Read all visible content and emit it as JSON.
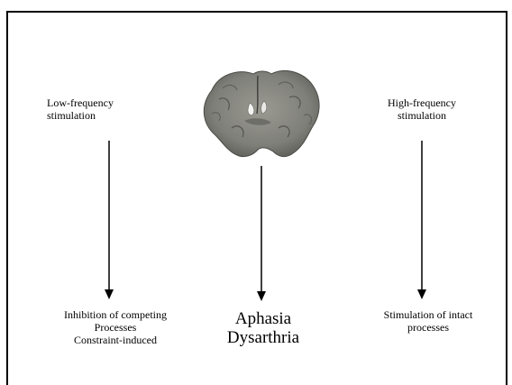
{
  "left": {
    "top_lines": [
      "Low-frequency",
      "stimulation"
    ],
    "bottom_lines": [
      "Inhibition of competing",
      "Processes",
      "Constraint-induced"
    ]
  },
  "center": {
    "bottom_lines": [
      "Aphasia",
      "Dysarthria"
    ]
  },
  "right": {
    "top_lines": [
      "High-frequency",
      "stimulation"
    ],
    "bottom_lines": [
      "Stimulation of intact",
      "processes"
    ]
  },
  "brain_image": {
    "icon": "brain-coronal-slice-icon",
    "color": "#8a8a84"
  }
}
